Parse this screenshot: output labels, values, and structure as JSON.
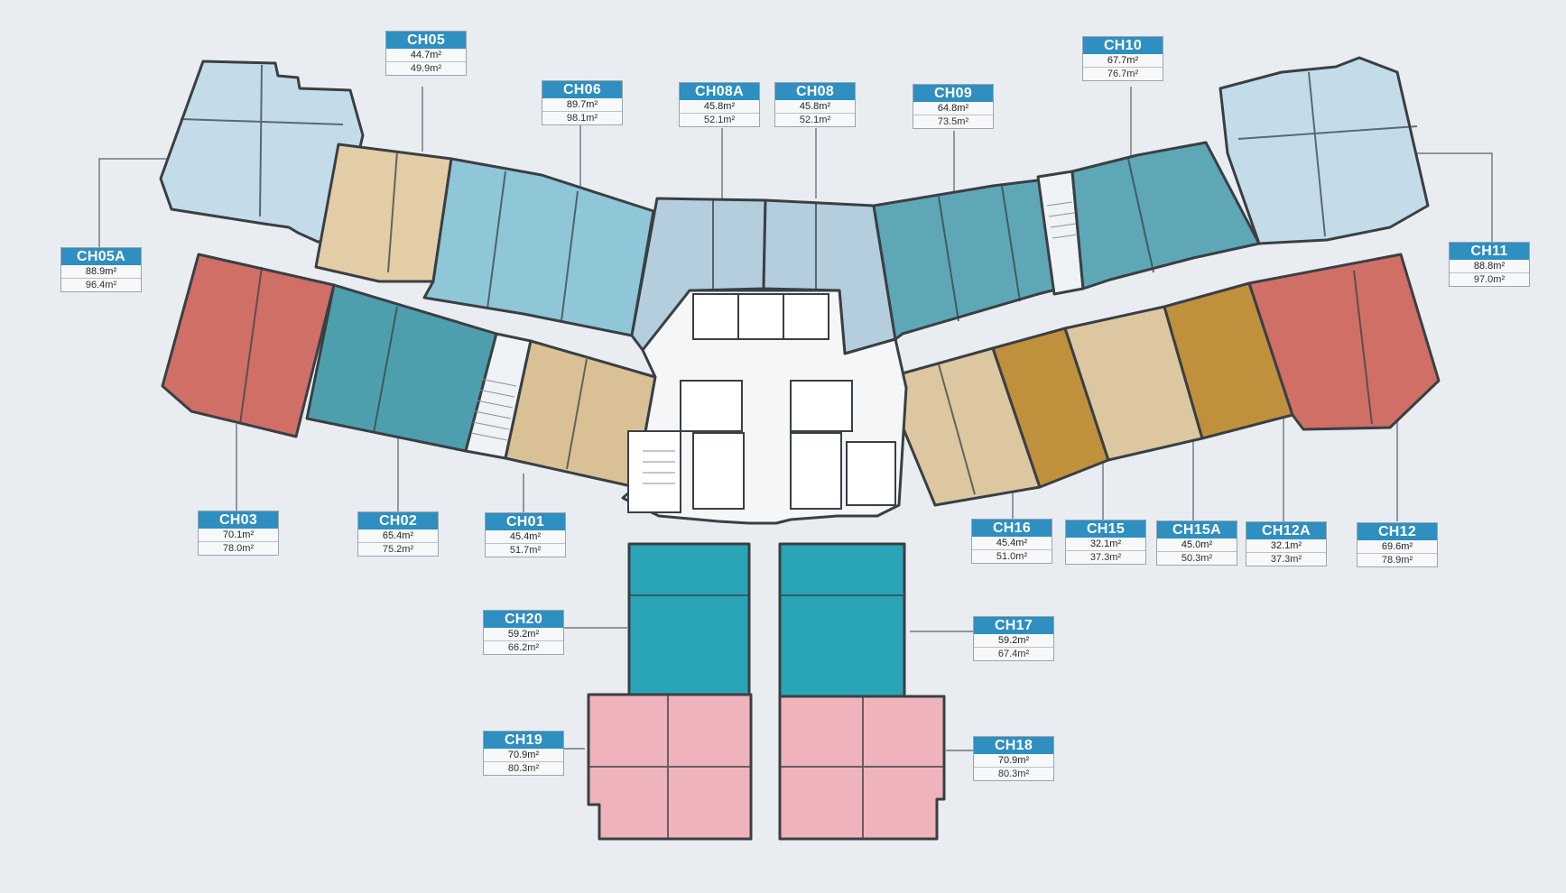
{
  "units": {
    "CH05": {
      "code": "CH05",
      "area_net": "44.7m²",
      "area_gross": "49.9m²",
      "color": "#e3cda6"
    },
    "CH06": {
      "code": "CH06",
      "area_net": "89.7m²",
      "area_gross": "98.1m²",
      "color": "#8fc6d8"
    },
    "CH08A": {
      "code": "CH08A",
      "area_net": "45.8m²",
      "area_gross": "52.1m²",
      "color": "#b5cedd"
    },
    "CH08": {
      "code": "CH08",
      "area_net": "45.8m²",
      "area_gross": "52.1m²",
      "color": "#b5cedd"
    },
    "CH09": {
      "code": "CH09",
      "area_net": "64.8m²",
      "area_gross": "73.5m²",
      "color": "#5ea7b6"
    },
    "CH10": {
      "code": "CH10",
      "area_net": "67.7m²",
      "area_gross": "76.7m²",
      "color": "#5ea7b6"
    },
    "CH05A": {
      "code": "CH05A",
      "area_net": "88.9m²",
      "area_gross": "96.4m²",
      "color": "#c4dcea"
    },
    "CH11": {
      "code": "CH11",
      "area_net": "88.8m²",
      "area_gross": "97.0m²",
      "color": "#c4dcea"
    },
    "CH03": {
      "code": "CH03",
      "area_net": "70.1m²",
      "area_gross": "78.0m²",
      "color": "#cf6f66"
    },
    "CH02": {
      "code": "CH02",
      "area_net": "65.4m²",
      "area_gross": "75.2m²",
      "color": "#4e9fad"
    },
    "CH01": {
      "code": "CH01",
      "area_net": "45.4m²",
      "area_gross": "51.7m²",
      "color": "#d9c195"
    },
    "CH16": {
      "code": "CH16",
      "area_net": "45.4m²",
      "area_gross": "51.0m²",
      "color": "#dcc7a0"
    },
    "CH15": {
      "code": "CH15",
      "area_net": "32.1m²",
      "area_gross": "37.3m²",
      "color": "#c0913c"
    },
    "CH15A": {
      "code": "CH15A",
      "area_net": "45.0m²",
      "area_gross": "50.3m²",
      "color": "#dcc7a0"
    },
    "CH12A": {
      "code": "CH12A",
      "area_net": "32.1m²",
      "area_gross": "37.3m²",
      "color": "#c0913c"
    },
    "CH12": {
      "code": "CH12",
      "area_net": "69.6m²",
      "area_gross": "78.9m²",
      "color": "#cf6f66"
    },
    "CH20": {
      "code": "CH20",
      "area_net": "59.2m²",
      "area_gross": "66.2m²",
      "color": "#2aa5b8"
    },
    "CH17": {
      "code": "CH17",
      "area_net": "59.2m²",
      "area_gross": "67.4m²",
      "color": "#2aa5b8"
    },
    "CH19": {
      "code": "CH19",
      "area_net": "70.9m²",
      "area_gross": "80.3m²",
      "color": "#eeb3bb"
    },
    "CH18": {
      "code": "CH18",
      "area_net": "70.9m²",
      "area_gross": "80.3m²",
      "color": "#eeb3bb"
    }
  },
  "colors": {
    "label_header": "#2e8fc0",
    "wall": "#3a3f44",
    "core": "#f4f6f8",
    "background": "#e9edf1"
  }
}
